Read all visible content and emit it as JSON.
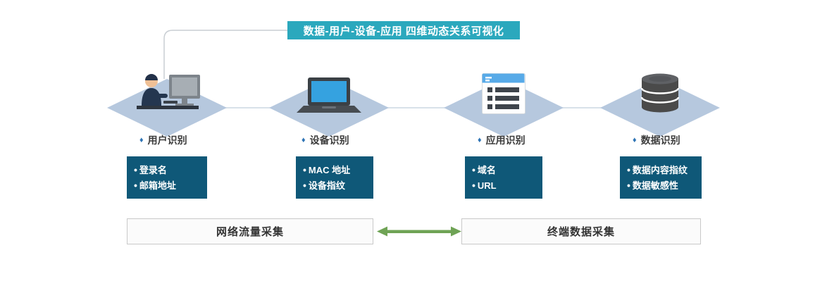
{
  "banner": {
    "title": "数据-用户-设备-应用 四维动态关系可视化"
  },
  "icons": {
    "label_bullet": "♦",
    "item_bullet": "•"
  },
  "columns": [
    {
      "label": "用户识别",
      "icon": "person-at-computer-icon",
      "items": [
        "登录名",
        "邮箱地址"
      ]
    },
    {
      "label": "设备识别",
      "icon": "laptop-icon",
      "items": [
        "MAC 地址",
        "设备指纹"
      ]
    },
    {
      "label": "应用识别",
      "icon": "browser-window-icon",
      "items": [
        "域名",
        "URL"
      ]
    },
    {
      "label": "数据识别",
      "icon": "database-icon",
      "items": [
        "数据内容指纹",
        "数据敏感性"
      ]
    }
  ],
  "bottom": {
    "left_label": "网络流量采集",
    "right_label": "终端数据采集"
  },
  "colors": {
    "banner_bg": "#2BA8BD",
    "diamond_bg": "#B6C8DE",
    "item_box_bg": "#0F5878",
    "label_bullet_blue": "#2E74B5",
    "arrow_green": "#6FA355"
  }
}
